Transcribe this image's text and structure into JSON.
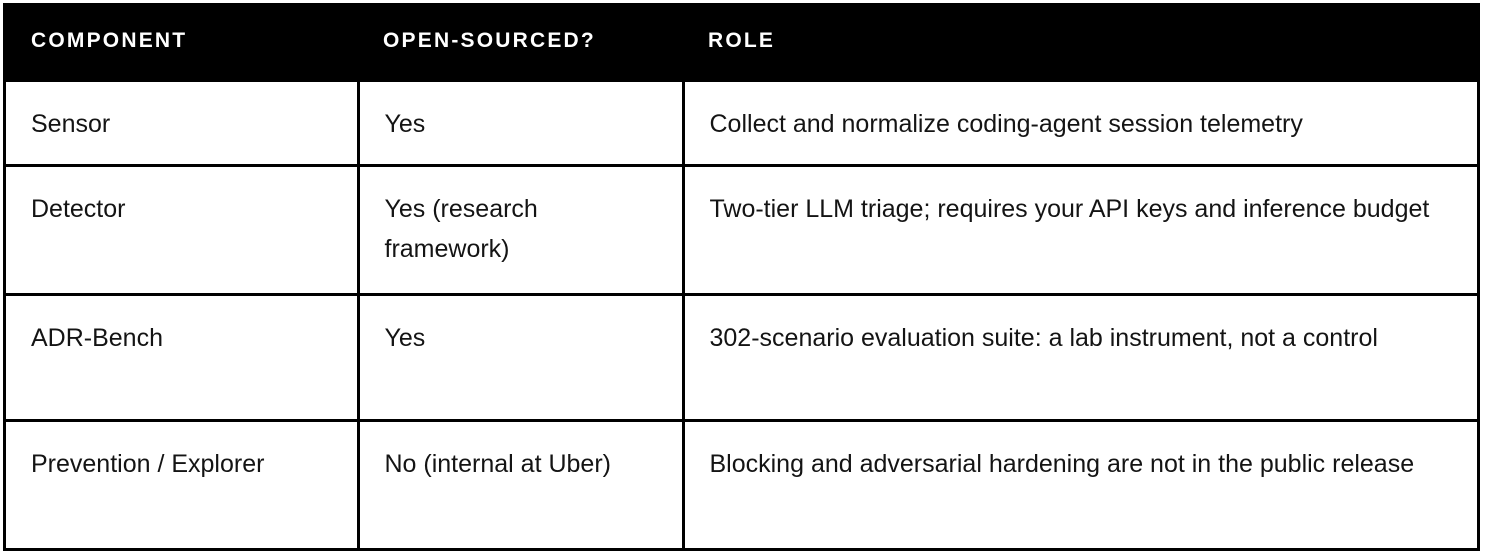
{
  "table": {
    "headers": [
      "COMPONENT",
      "OPEN-SOURCED?",
      "ROLE"
    ],
    "rows": [
      {
        "component": "Sensor",
        "open_sourced": "Yes",
        "role": "Collect and normalize coding-agent session telemetry"
      },
      {
        "component": "Detector",
        "open_sourced": "Yes (research framework)",
        "role": "Two-tier LLM triage; requires your API keys and inference budget"
      },
      {
        "component": "ADR-Bench",
        "open_sourced": "Yes",
        "role": "302-scenario evaluation suite: a lab instrument, not a control"
      },
      {
        "component": "Prevention / Explorer",
        "open_sourced": "No (internal at Uber)",
        "role": "Blocking and adversarial hardening are not in the public release"
      }
    ]
  },
  "colors": {
    "header_background": "#000000",
    "header_text": "#ffffff",
    "body_text": "#141414",
    "border": "#000000"
  }
}
